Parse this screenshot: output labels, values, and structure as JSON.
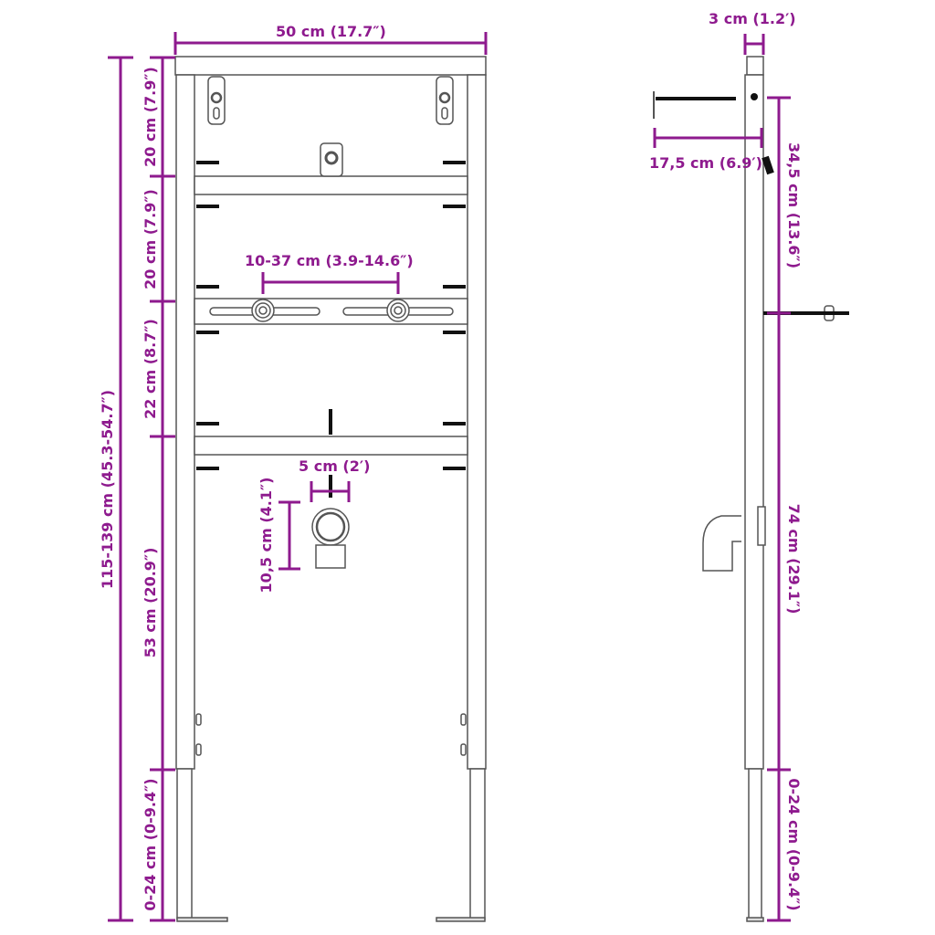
{
  "colors": {
    "dimension": "#8e1a8e",
    "line": "#555555",
    "fill": "#ffffff",
    "dark": "#111111"
  },
  "front_view": {
    "width_label": "50 cm (17.7″)",
    "bracket_spacing_label": "10-37 cm (3.9-14.6″)",
    "drain_width_label": "5 cm (2′)",
    "drain_height_label": "10,5 cm (4.1″)",
    "total_height_label": "115-139 cm (45.3-54.7″)",
    "segments": [
      {
        "label": "20 cm (7.9″)"
      },
      {
        "label": "20 cm (7.9″)"
      },
      {
        "label": "22 cm (8.7″)"
      },
      {
        "label": "53 cm (20.9″)"
      },
      {
        "label": "0-24 cm (0-9.4″)"
      }
    ]
  },
  "side_view": {
    "depth_label": "3 cm (1.2′)",
    "bolt_length_label": "17,5 cm (6.9′)",
    "upper_height_label": "34,5 cm (13.6″)",
    "middle_height_label": "74 cm (29.1″)",
    "leg_height_label": "0-24 cm (0-9.4″)"
  }
}
